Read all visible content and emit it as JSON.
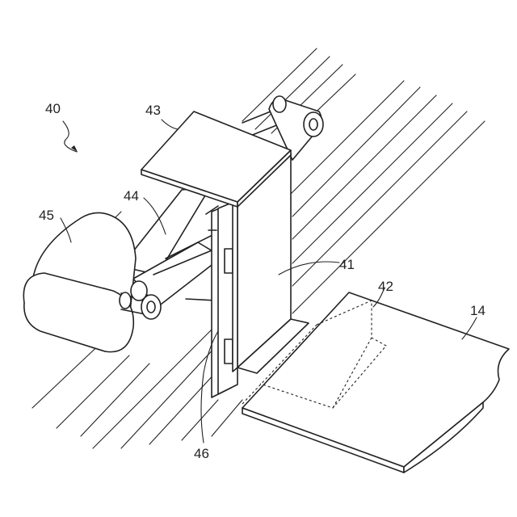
{
  "labels": {
    "l40": "40",
    "l43": "43",
    "l44": "44",
    "l45": "45",
    "l41": "41",
    "l42": "42",
    "l14": "14",
    "l46": "46"
  }
}
